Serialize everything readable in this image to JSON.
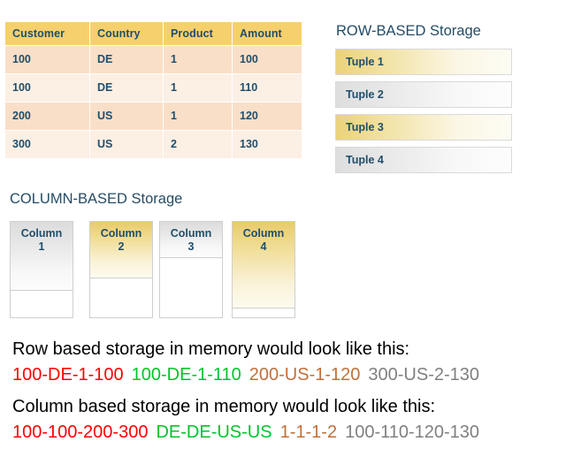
{
  "table": {
    "headers": [
      "Customer",
      "Country",
      "Product",
      "Amount"
    ],
    "rows": [
      [
        "100",
        "DE",
        "1",
        "100"
      ],
      [
        "100",
        "DE",
        "1",
        "110"
      ],
      [
        "200",
        "US",
        "1",
        "120"
      ],
      [
        "300",
        "US",
        "2",
        "130"
      ]
    ]
  },
  "row_storage": {
    "heading": "ROW-BASED Storage",
    "tuples": [
      {
        "label": "Tuple 1",
        "tone": "gold"
      },
      {
        "label": "Tuple 2",
        "tone": "gray"
      },
      {
        "label": "Tuple 3",
        "tone": "gold"
      },
      {
        "label": "Tuple 4",
        "tone": "gray"
      }
    ]
  },
  "column_storage": {
    "heading": "COLUMN-BASED Storage",
    "columns": [
      {
        "label": "Column",
        "number": "1",
        "tone": "gray",
        "fill_percent": 72
      },
      {
        "label": "Column",
        "number": "2",
        "tone": "gold",
        "fill_percent": 59
      },
      {
        "label": "Column",
        "number": "3",
        "tone": "gray",
        "fill_percent": 38
      },
      {
        "label": "Column",
        "number": "4",
        "tone": "gold",
        "fill_percent": 91
      }
    ]
  },
  "row_explain": {
    "caption": "Row based storage in memory would look like this:",
    "segments": [
      {
        "text": "100-DE-1-100",
        "color": "#FF0000"
      },
      {
        "text": "100-DE-1-110",
        "color": "#00C42B"
      },
      {
        "text": "200-US-1-120",
        "color": "#C0703A"
      },
      {
        "text": "300-US-2-130",
        "color": "#808080"
      }
    ]
  },
  "column_explain": {
    "caption": "Column based storage in memory would look like this:",
    "segments": [
      {
        "text": "100-100-200-300",
        "color": "#FF0000"
      },
      {
        "text": "DE-DE-US-US",
        "color": "#00C42B"
      },
      {
        "text": "1-1-1-2",
        "color": "#C0703A"
      },
      {
        "text": "100-110-120-130",
        "color": "#808080"
      }
    ]
  }
}
